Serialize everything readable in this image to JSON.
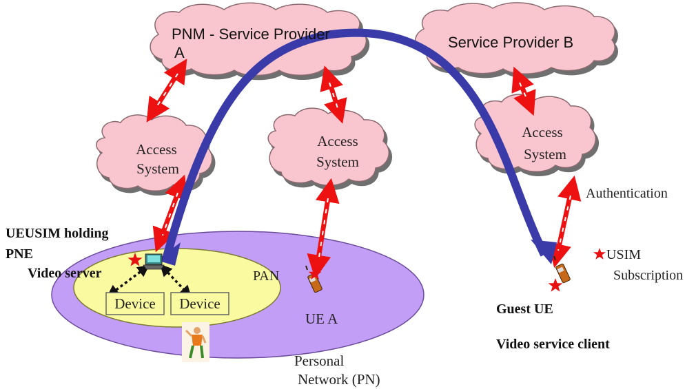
{
  "clouds": {
    "provider_a": {
      "line1": "PNM  - Service Provider",
      "line2": "A"
    },
    "provider_b": {
      "label": "Service Provider  B"
    },
    "access_left": {
      "line1": "Access",
      "line2": "System"
    },
    "access_mid": {
      "line1": "Access",
      "line2": "System"
    },
    "access_right": {
      "line1": "Access",
      "line2": "System"
    }
  },
  "network": {
    "pan_label": "PAN",
    "ue_a_label": "UE A",
    "pn_label_line1": "Personal",
    "pn_label_line2": "Network (PN)"
  },
  "devices": {
    "device_left": "Device",
    "device_right": "Device"
  },
  "labels": {
    "ueusim_line1": "UEUSIM holding",
    "ueusim_line2": "PNE",
    "video_server": "Video  server",
    "authentication": "Authentication",
    "usim_line1": "USIM",
    "usim_line2": "Subscription",
    "guest_ue": "Guest UE",
    "video_client": "Video service client"
  },
  "colors": {
    "cloud_fill": "#f9c5cf",
    "cloud_stroke": "#8a6b6f",
    "pn_fill": "#c39ef7",
    "pan_fill": "#fafaa0",
    "arrow_red": "#ee1111",
    "arrow_blue": "#3a3aa8",
    "star_red": "#e81010"
  }
}
